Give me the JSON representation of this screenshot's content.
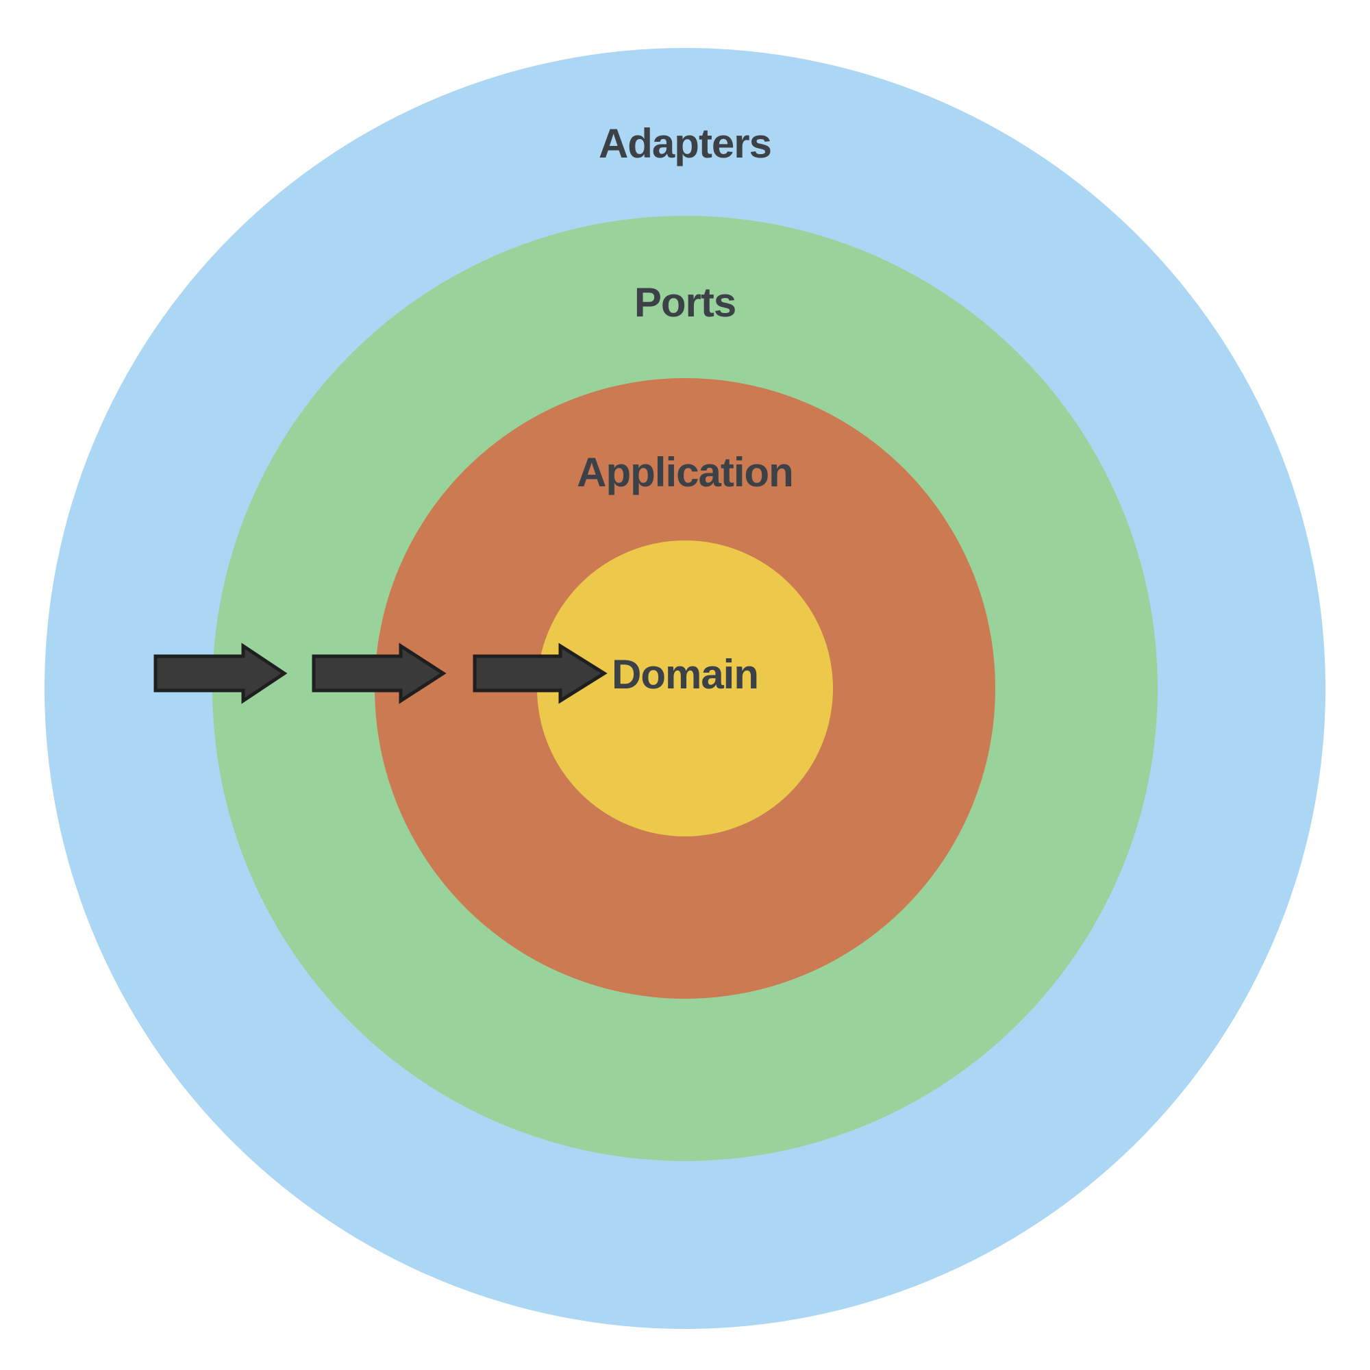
{
  "canvas": {
    "background_color": "#ffffff"
  },
  "diagram": {
    "type": "concentric-rings-architecture",
    "text_color": "#3b4146",
    "rings": [
      {
        "label": "Adapters",
        "color": "#abd7f5",
        "radius": 935,
        "label_baseline_y": 230
      },
      {
        "label": "Ports",
        "color": "#9ad29c",
        "radius": 690,
        "label_baseline_y": 462
      },
      {
        "label": "Application",
        "color": "#cc7a52",
        "radius": 453,
        "label_baseline_y": 710
      },
      {
        "label": "Domain",
        "color": "#ecc94b",
        "radius": 216,
        "label_baseline_y": 1005
      }
    ],
    "arrows": {
      "glyph": "right-arrow",
      "direction": "right",
      "count": 3,
      "fill": "#3a3a3a",
      "outline": "#1f1f1f"
    }
  }
}
